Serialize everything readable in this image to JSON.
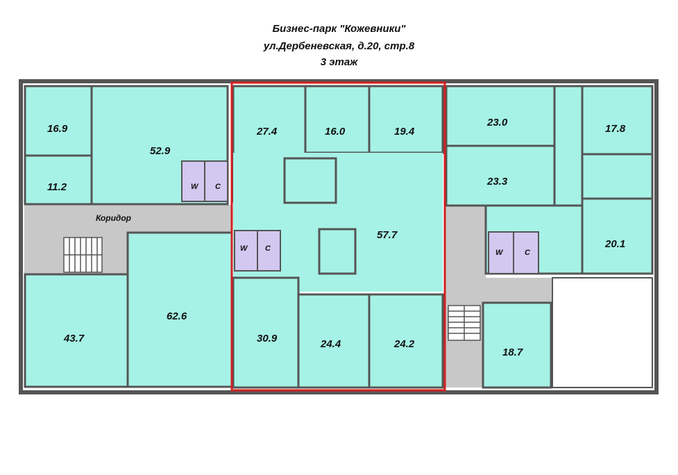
{
  "header": {
    "line1": "Бизнес-парк \"Кожевники\"",
    "line2": "ул.Дербеневская, д.20, стр.8",
    "line3": "3 этаж"
  },
  "corridor_label": "Коридор",
  "rooms": {
    "r16_9": "16.9",
    "r52_9": "52.9",
    "r11_2": "11.2",
    "r43_7": "43.7",
    "r62_6": "62.6",
    "r27_4": "27.4",
    "r16_0": "16.0",
    "r19_4": "19.4",
    "r57_7": "57.7",
    "r30_9": "30.9",
    "r24_4": "24.4",
    "r24_2": "24.2",
    "r23_0": "23.0",
    "r17_8": "17.8",
    "r23_3": "23.3",
    "r20_1": "20.1",
    "r18_7": "18.7"
  },
  "wc": {
    "w": "W",
    "c": "C"
  },
  "colors": {
    "room_fill": "#a6f2e6",
    "wc_fill": "#d2c8f0",
    "corridor_fill": "#c8c8c8",
    "wall": "#555555",
    "highlight": "#d42020"
  },
  "highlighted_block": "27.4 / 16.0 / 19.4 / 57.7 / 30.9 / 24.4 / 24.2"
}
